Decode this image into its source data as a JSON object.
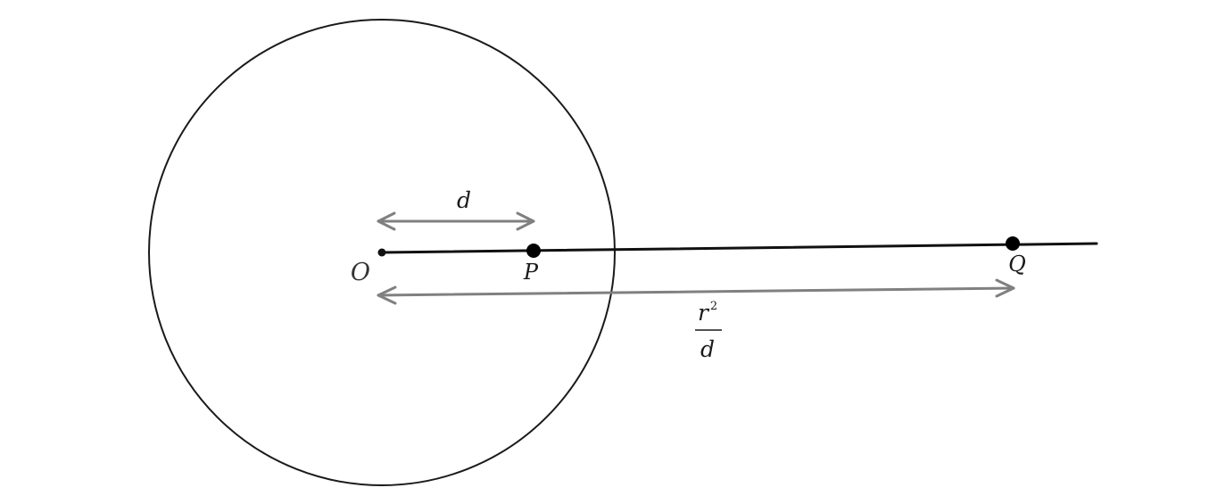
{
  "diagram": {
    "labels": {
      "origin": "O",
      "point_p": "P",
      "point_q": "Q",
      "distance_d": "d",
      "fraction_numerator": "r",
      "fraction_exponent": "2",
      "fraction_denominator": "d"
    },
    "colors": {
      "stroke": "#1a1a1a",
      "arrow": "#808080",
      "background": "#ffffff"
    }
  }
}
